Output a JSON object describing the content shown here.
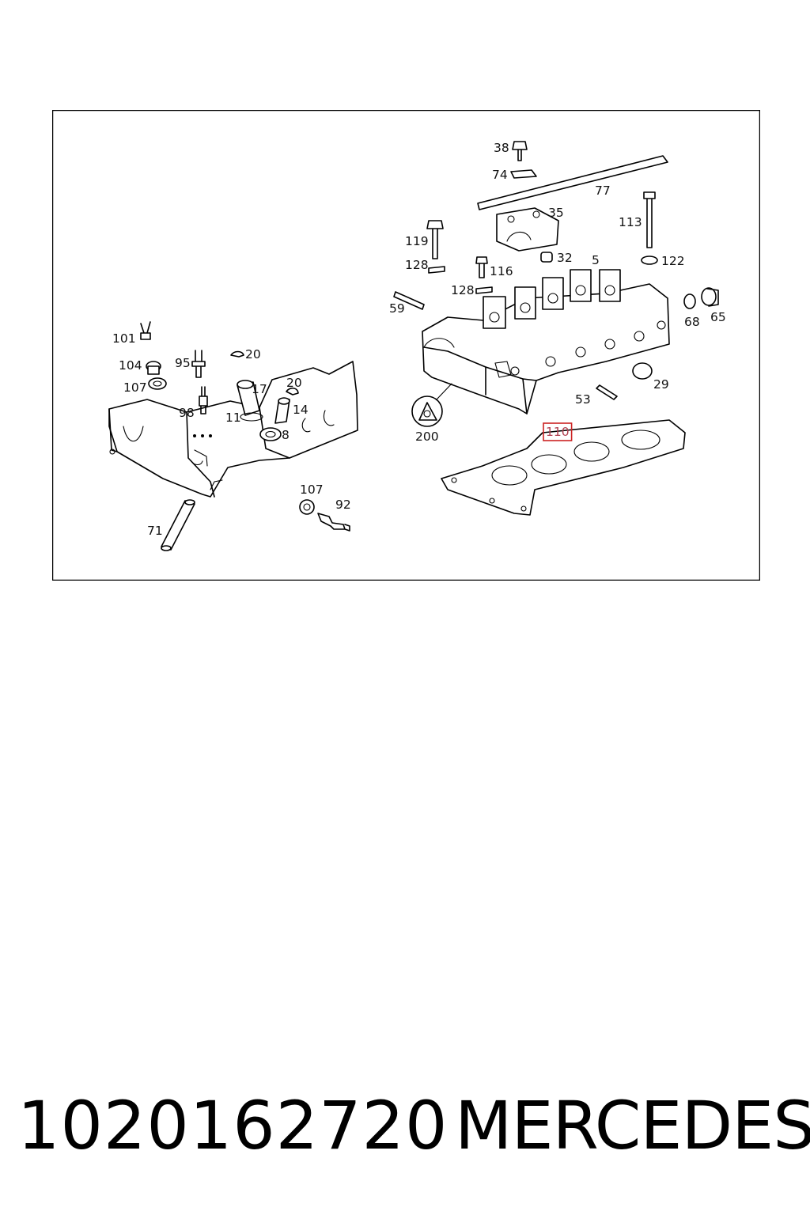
{
  "diagram": {
    "callouts": [
      {
        "id": "38",
        "text": "38"
      },
      {
        "id": "74",
        "text": "74"
      },
      {
        "id": "77",
        "text": "77"
      },
      {
        "id": "35",
        "text": "35"
      },
      {
        "id": "113",
        "text": "113"
      },
      {
        "id": "119",
        "text": "119"
      },
      {
        "id": "32",
        "text": "32"
      },
      {
        "id": "5",
        "text": "5"
      },
      {
        "id": "122",
        "text": "122"
      },
      {
        "id": "128a",
        "text": "128"
      },
      {
        "id": "116",
        "text": "116"
      },
      {
        "id": "128b",
        "text": "128"
      },
      {
        "id": "59",
        "text": "59"
      },
      {
        "id": "68",
        "text": "68"
      },
      {
        "id": "65",
        "text": "65"
      },
      {
        "id": "101",
        "text": "101"
      },
      {
        "id": "20a",
        "text": "20"
      },
      {
        "id": "104",
        "text": "104"
      },
      {
        "id": "95",
        "text": "95"
      },
      {
        "id": "107a",
        "text": "107"
      },
      {
        "id": "17",
        "text": "17"
      },
      {
        "id": "20b",
        "text": "20"
      },
      {
        "id": "98",
        "text": "98"
      },
      {
        "id": "11",
        "text": "11"
      },
      {
        "id": "14",
        "text": "14"
      },
      {
        "id": "8",
        "text": "8"
      },
      {
        "id": "29",
        "text": "29"
      },
      {
        "id": "53",
        "text": "53"
      },
      {
        "id": "200",
        "text": "200"
      },
      {
        "id": "110",
        "text": "110"
      },
      {
        "id": "107b",
        "text": "107"
      },
      {
        "id": "92",
        "text": "92"
      },
      {
        "id": "71",
        "text": "71"
      }
    ],
    "highlighted_callout": "110",
    "highlight_color": "#cc2222"
  },
  "caption": {
    "part_number": "1020162720",
    "brand": "MERCEDES"
  }
}
